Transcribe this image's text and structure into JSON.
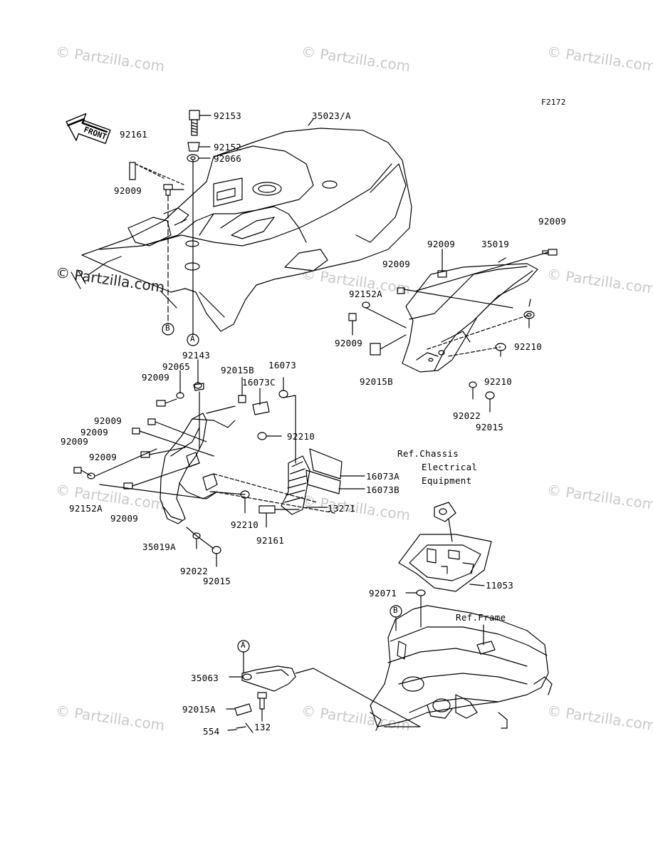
{
  "figure_code": "F2172",
  "front_arrow_label": "FRONT",
  "watermark": "© Partzilla.com",
  "callouts": {
    "a": "A",
    "b": "B"
  },
  "parts": {
    "p92153": "92153",
    "p35023a": "35023/A",
    "p92161_top": "92161",
    "p92152_top": "92152",
    "p92066": "92066",
    "p92009_top": "92009",
    "p92009_r1": "92009",
    "p35019": "35019",
    "p92009_r2": "92009",
    "p92009_r3": "92009",
    "p92152a_r": "92152A",
    "p92009_r4": "92009",
    "p92210_r1": "92210",
    "p92015b_r": "92015B",
    "p92210_r2": "92210",
    "p92022_r": "92022",
    "p92015_r": "92015",
    "p92143": "92143",
    "p92065": "92065",
    "p92015b_l": "92015B",
    "p16073": "16073",
    "p92009_l1": "92009",
    "p16073c": "16073C",
    "p92009_l2": "92009",
    "p92009_l3": "92009",
    "p92009_l4": "92009",
    "p92210_l1": "92210",
    "p92009_l5": "92009",
    "p16073a": "16073A",
    "p16073b": "16073B",
    "p92152a_l": "92152A",
    "p92009_l6": "92009",
    "p13271": "13271",
    "p92210_l2": "92210",
    "p92161_l": "92161",
    "p35019a": "35019A",
    "p92022_l": "92022",
    "p92015_l": "92015",
    "p92071": "92071",
    "p11053": "11053",
    "p35063": "35063",
    "p92015a": "92015A",
    "p554": "554",
    "p132": "132"
  },
  "references": {
    "chassis_line1": "Ref.Chassis",
    "chassis_line2": "Electrical",
    "chassis_line3": "Equipment",
    "frame": "Ref.Frame"
  }
}
